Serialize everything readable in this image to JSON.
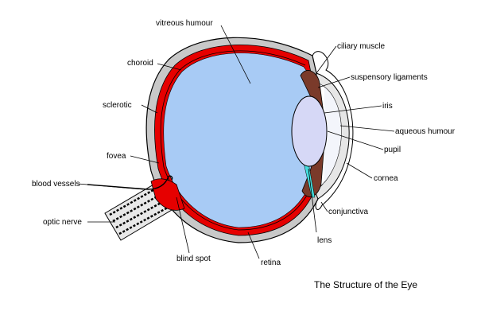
{
  "title": "The Structure of the Eye",
  "labels": {
    "vitreous_humour": "vitreous humour",
    "choroid": "choroid",
    "sclerotic": "sclerotic",
    "fovea": "fovea",
    "blood_vessels": "blood vessels",
    "optic_nerve": "optic nerve",
    "blind_spot": "blind spot",
    "retina": "retina",
    "lens": "lens",
    "ciliary_muscle": "ciliary muscle",
    "suspensory_ligaments": "suspensory ligaments",
    "iris": "iris",
    "aqueous_humour": "aqueous humour",
    "pupil": "pupil",
    "cornea": "cornea",
    "conjunctiva": "conjunctiva"
  },
  "colors": {
    "vitreous": "#a8cbf5",
    "sclera": "#c8c8c8",
    "choroid_retina": "#e60000",
    "iris": "#7a3a2a",
    "lens": "#d6d8f6",
    "aqueous": "#f3f5fb",
    "vessel_cyan": "#44dddd",
    "outline": "#000000"
  }
}
